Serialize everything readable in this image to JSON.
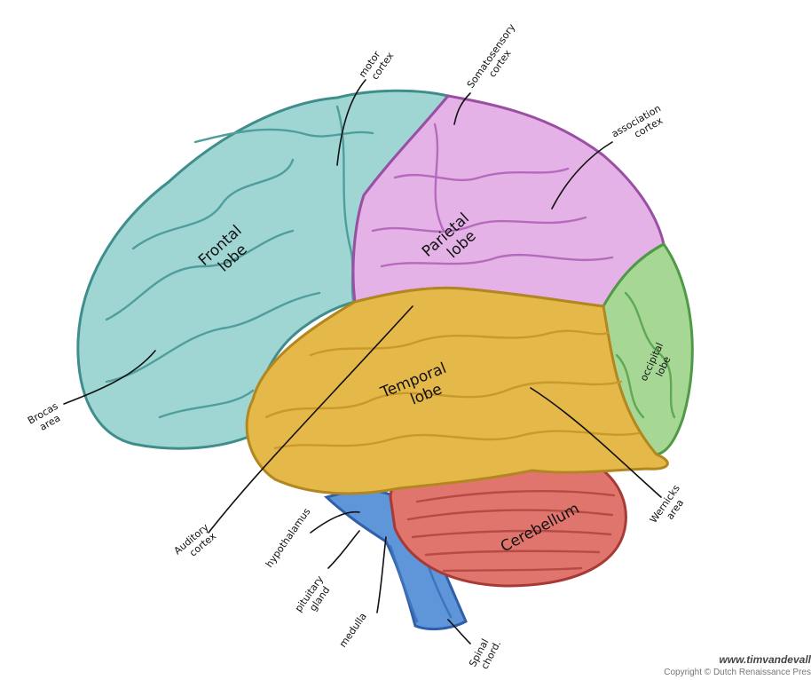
{
  "lobes": {
    "frontal": {
      "line1": "Frontal",
      "line2": "lobe"
    },
    "parietal": {
      "line1": "Parietal",
      "line2": "lobe"
    },
    "temporal": {
      "line1": "Temporal",
      "line2": "lobe"
    },
    "occipital": {
      "line1": "occipital",
      "line2": "lobe"
    },
    "cerebellum": {
      "line1": "Cerebellum"
    }
  },
  "labels": {
    "motor_cortex": {
      "line1": "motor",
      "line2": "cortex"
    },
    "somatosensory_cortex": {
      "line1": "Somatosensory",
      "line2": "cortex"
    },
    "association_cortex": {
      "line1": "association",
      "line2": "cortex"
    },
    "brocas_area": {
      "line1": "Brocas",
      "line2": "area"
    },
    "auditory_cortex": {
      "line1": "Auditory",
      "line2": "cortex"
    },
    "hypothalamus": {
      "line1": "hypothalamus"
    },
    "pituitary_gland": {
      "line1": "pituitary",
      "line2": "gland"
    },
    "medulla": {
      "line1": "medulla"
    },
    "spinal_chord": {
      "line1": "Spinal",
      "line2": "chord."
    },
    "wernickes_area": {
      "line1": "Wernicks",
      "line2": "area"
    }
  },
  "credits": {
    "site": "www.timvandevall",
    "copyright": "Copyright © Dutch Renaissance Pres"
  },
  "colors": {
    "frontal": "#9fd6d4",
    "parietal": "#e4b2e6",
    "temporal": "#e5b84a",
    "occipital": "#a6d795",
    "cerebellum": "#e0756e",
    "brainstem": "#5f95d9"
  }
}
